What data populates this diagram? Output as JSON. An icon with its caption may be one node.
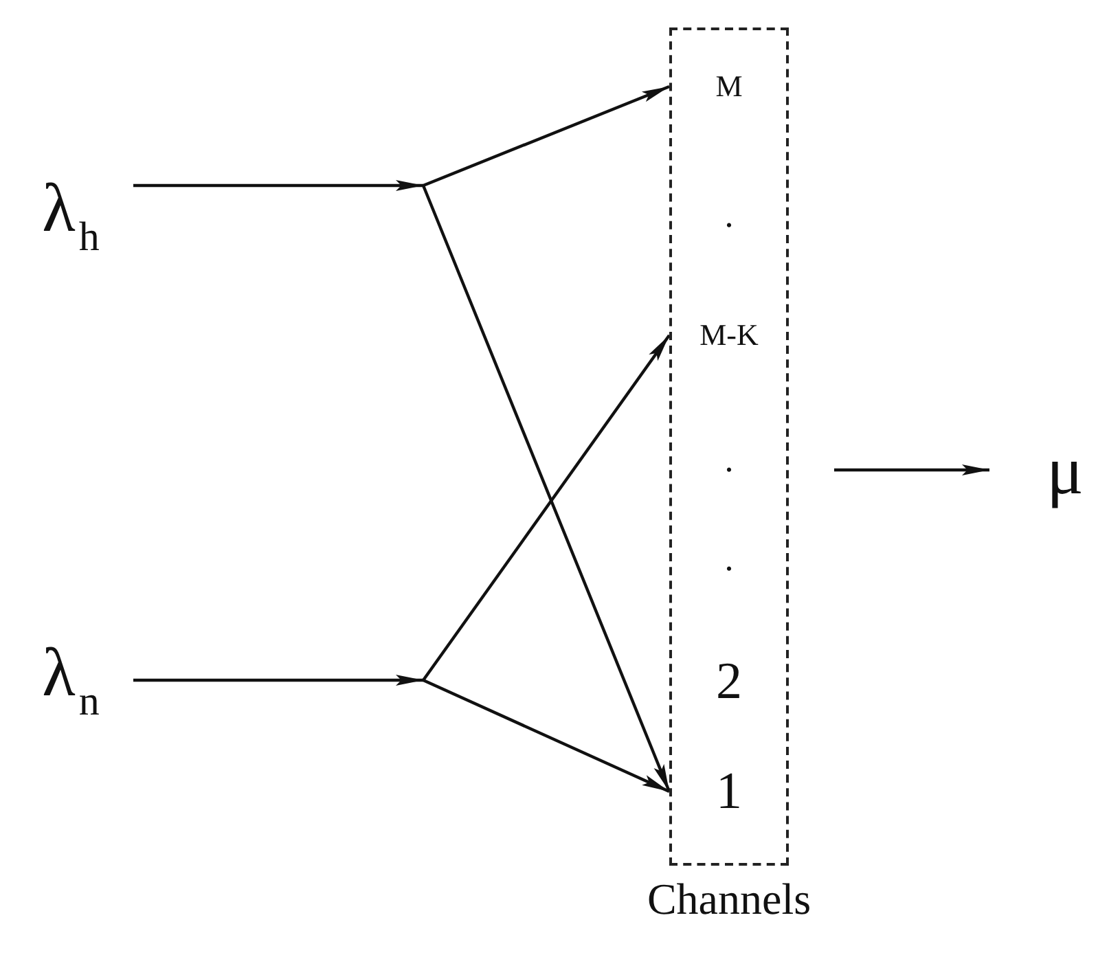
{
  "diagram": {
    "nodes": [
      {
        "text": [
          "λ$_{h}$"
        ]
      },
      {
        "text": [
          "λ$_{n}$"
        ]
      },
      {
        "text": [
          "Channels"
        ]
      },
      {
        "text": [
          "M"
        ],
        "in": 2
      },
      {
        "text": [
          "."
        ],
        "in": 2
      },
      {
        "text": [
          "M-K"
        ],
        "in": 2
      },
      {
        "text": [
          "."
        ],
        "in": 2
      },
      {
        "text": [
          "."
        ],
        "in": 2
      },
      {
        "text": [
          "2"
        ],
        "in": 2
      },
      {
        "text": [
          "1"
        ],
        "in": 2
      },
      {
        "text": [
          "μ"
        ]
      }
    ],
    "edges": [
      {
        "from": 0,
        "to": 3,
        "arrow": "to"
      },
      {
        "from": 0,
        "to": 9,
        "arrow": "to"
      },
      {
        "from": 1,
        "to": 5,
        "arrow": "to"
      },
      {
        "from": 1,
        "to": 9,
        "arrow": "to"
      },
      {
        "from": 2,
        "to": 10,
        "arrow": "to"
      }
    ]
  }
}
